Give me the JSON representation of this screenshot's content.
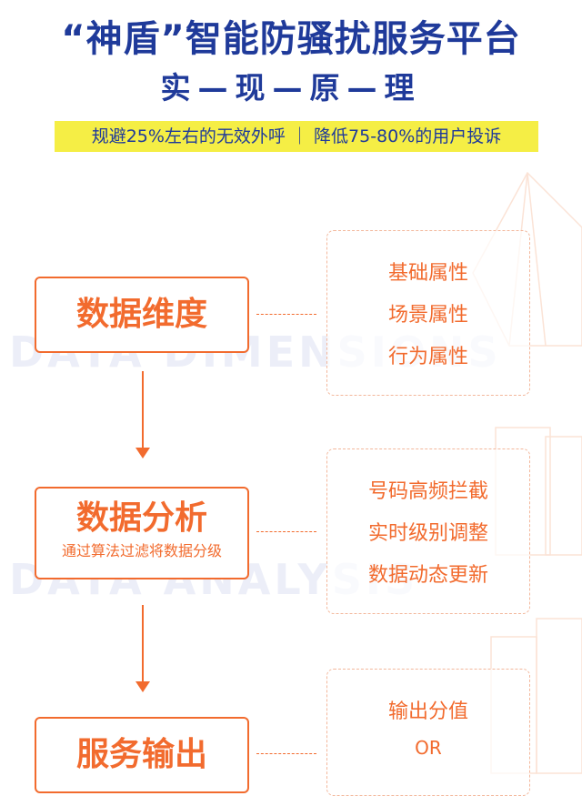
{
  "header": {
    "title": "“神盾”智能防骚扰服务平台",
    "subtitle": "实—现—原—理",
    "tagline": "规避25%左右的无效外呼 ｜ 降低75-80%的用户投诉"
  },
  "watermarks": [
    "DATA DIMENSIONS",
    "DATA ANALYSIS"
  ],
  "steps": [
    {
      "title": "数据维度",
      "subtitle": "",
      "details": [
        "基础属性",
        "场景属性",
        "行为属性"
      ]
    },
    {
      "title": "数据分析",
      "subtitle": "通过算法过滤将数据分级",
      "details": [
        "号码高频拦截",
        "实时级别调整",
        "数据动态更新"
      ]
    },
    {
      "title": "服务输出",
      "subtitle": "",
      "details": [
        "输出分值",
        "OR"
      ]
    }
  ],
  "colors": {
    "primary_blue": "#1f3a9a",
    "accent_orange": "#f26b2e",
    "highlight_yellow": "#f5ee45"
  }
}
